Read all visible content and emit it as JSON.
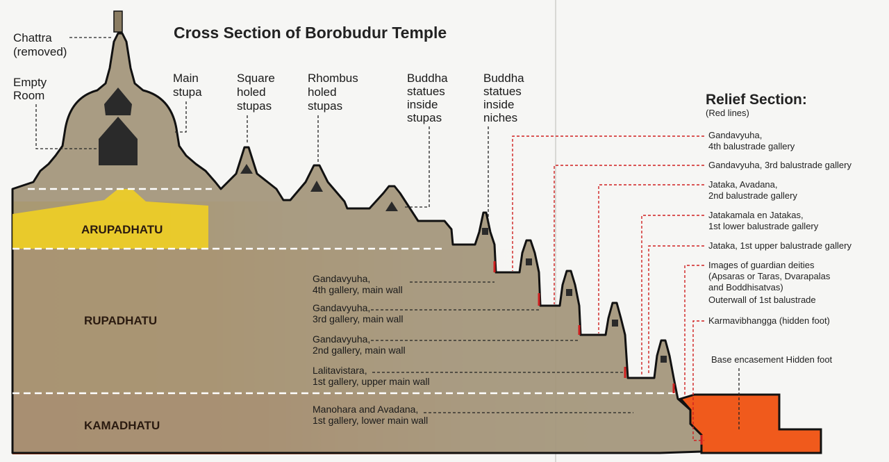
{
  "title": "Cross Section of Borobudur Temple",
  "zones": {
    "arupadhatu": "ARUPADHATU",
    "rupadhatu": "RUPADHATU",
    "kamadhatu": "KAMADHATU"
  },
  "top_labels": {
    "chattra": [
      "Chattra",
      "(removed)"
    ],
    "empty_room": [
      "Empty",
      "Room"
    ],
    "main_stupa": [
      "Main",
      "stupa"
    ],
    "square_stupas": [
      "Square",
      "holed",
      "stupas"
    ],
    "rhombus_stupas": [
      "Rhombus",
      "holed",
      "stupas"
    ],
    "buddha_stupas": [
      "Buddha",
      "statues",
      "inside",
      "stupas"
    ],
    "buddha_niches": [
      "Buddha",
      "statues",
      "inside",
      "niches"
    ]
  },
  "wall_labels": {
    "g4": [
      "Gandavyuha,",
      "4th gallery, main wall"
    ],
    "g3": [
      "Gandavyuha,",
      "3rd gallery, main wall"
    ],
    "g2": [
      "Gandavyuha,",
      "2nd gallery, main wall"
    ],
    "lalita": [
      "Lalitavistara,",
      "1st gallery, upper main wall"
    ],
    "manohara": [
      "Manohara and Avadana,",
      "1st gallery, lower main wall"
    ]
  },
  "relief": {
    "heading": "Relief Section:",
    "subheading": "(Red lines)",
    "items": {
      "g4_bal": [
        "Gandavyuha,",
        "4th balustrade gallery"
      ],
      "g3_bal": [
        "Gandavyuha, 3rd balustrade gallery"
      ],
      "jataka2": [
        "Jataka, Avadana,",
        "2nd balustrade gallery"
      ],
      "jatakamala": [
        "Jatakamala en Jatakas,",
        "1st lower balustrade gallery"
      ],
      "jataka1": [
        "Jataka, 1st upper balustrade gallery"
      ],
      "guardian": [
        "Images of guardian deities",
        "(Apsaras or Taras, Dvarapalas",
        "and Boddhisatvas)",
        "Outerwall of 1st balustrade"
      ],
      "karma": [
        "Karmavibhangga (hidden foot)"
      ],
      "base": [
        "Base encasement Hidden foot"
      ]
    }
  },
  "colors": {
    "stone": "#a3957a",
    "arupadhatu": "#f4cf1a",
    "rupadhatu": "#f7931e",
    "kamadhatu": "#ee4a12",
    "relief_line": "#cf1f1f",
    "base_block": "#f05a1c"
  }
}
